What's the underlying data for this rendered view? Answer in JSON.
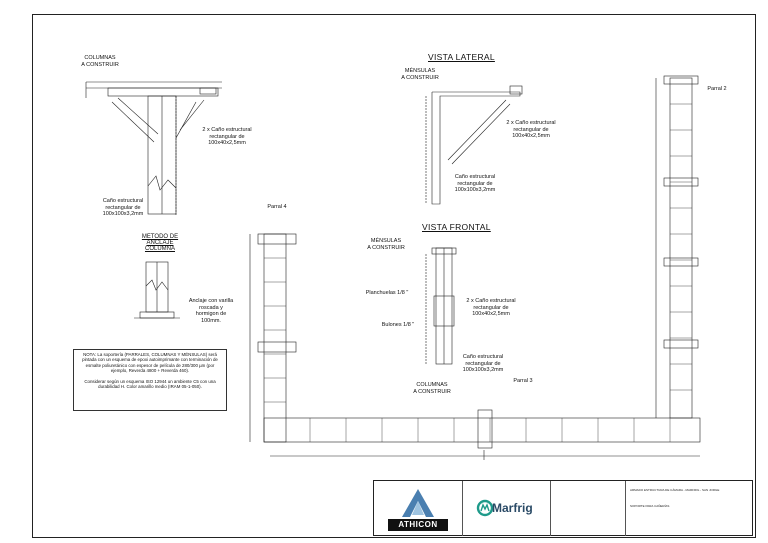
{
  "views": {
    "top_left": {
      "label_columns": "COLUMNAS\nA CONSTRUIR",
      "label_tube2": "2 x Caño estructural\nrectangular de\n100x40x2,5mm",
      "label_tube1": "Caño estructural\nrectangular de\n100x100x3,2mm"
    },
    "lateral": {
      "title": "VISTA LATERAL",
      "label_mensulas": "MÉNSULAS\nA CONSTRUIR",
      "label_tube2": "2 x Caño estructural\nrectangular de\n100x40x2,5mm",
      "label_tube1": "Caño estructural\nrectangular de\n100x100x3,2mm"
    },
    "anclaje": {
      "title": "METODO DE\nANCLAJE\nCOLUMNA",
      "label": "Anclaje con varilla\nroscada y\nhormigon de\n100mm."
    },
    "frontal": {
      "title": "VISTA FRONTAL",
      "label_mensulas": "MÉNSULAS\nA CONSTRUIR",
      "label_planchuelas": "Planchuelas 1/8 \"",
      "label_bulones": "Bulones 1/8 \"",
      "label_tube2": "2 x Caño estructural\nrectangular de\n100x40x2,5mm",
      "label_tube1": "Caño estructural\nrectangular de\n100x100x3,2mm"
    },
    "plan": {
      "parral2": "Parral 2",
      "parral3": "Parral 3",
      "parral4": "Parral 4",
      "label_columns": "COLUMNAS\nA CONSTRUIR"
    }
  },
  "note": "NOTA: La soportería (PARRALES, COLUMNAS Y MÉNSULAS) será pintada con un esquema de epoxi autoimprimante con terminación de esmalte poliuretánico con espesor de película de 280/300 µm (por ejemplo, Reverda 4800 + Reverda 460).\n\nConsiderar según un esquema ISO 12944 un ambiente C5 con una durabilidad H. Color amarillo medio (IRAM 05-1-050).",
  "title_block": {
    "logo_left": "ATHICON",
    "logo_right": "Marfrig",
    "project": "ARMADO ESTRUCTURA DE CÁMARA - MARFRIG - SAN JORGE",
    "drawing": "SOPORTE PARA CAÑERÍAS"
  }
}
